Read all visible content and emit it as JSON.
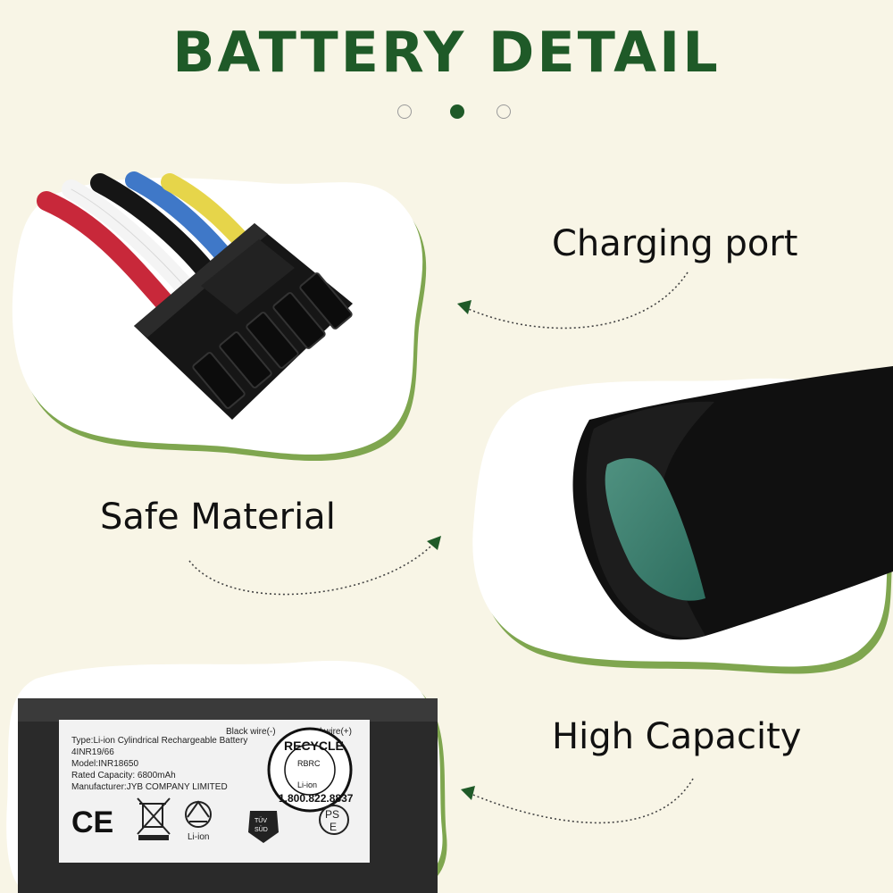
{
  "title": "BATTERY DETAIL",
  "carousel": {
    "count": 3,
    "active_index": 1
  },
  "features": {
    "charging_port": "Charging port",
    "safe_material": "Safe Material",
    "high_capacity": "High Capacity"
  },
  "battery_label": {
    "black_wire": "Black wire(-)",
    "red_wire": "Red wire(+)",
    "type": "Type:Li-ion Cylindrical Rechargeable Battery",
    "code": "4INR19/66",
    "model": "Model:INR18650",
    "capacity": "Rated Capacity:  6800mAh",
    "manufacturer": "Manufacturer:JYB COMPANY LIMITED",
    "ce": "CE",
    "recycle_word": "RECYCLE",
    "rbrc": "RBRC",
    "li_ion": "Li-ion",
    "phone": "1.800.822.8837",
    "tuv": "TÜV",
    "sud": "SÜD",
    "ps": "PS",
    "e": "E"
  },
  "colors": {
    "brand_green": "#1f5a28",
    "blob_shadow": "#7fa64f",
    "background": "#f8f5e6"
  }
}
